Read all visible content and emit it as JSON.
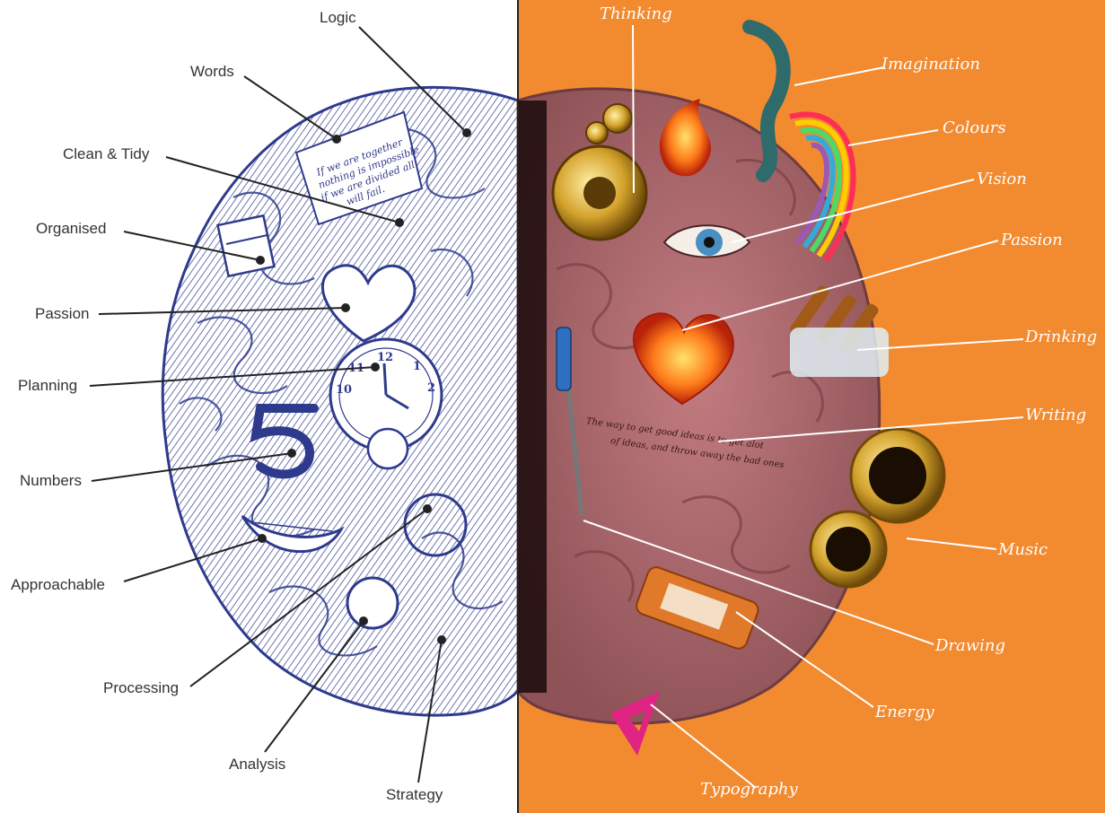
{
  "colors": {
    "left_background": "#ffffff",
    "right_background": "#f28a30",
    "left_brain": "#2e3a8c",
    "right_brain": "#b06a6e"
  },
  "left_labels": [
    {
      "id": "logic",
      "text": "Logic"
    },
    {
      "id": "words",
      "text": "Words"
    },
    {
      "id": "clean-tidy",
      "text": "Clean & Tidy"
    },
    {
      "id": "organised",
      "text": "Organised"
    },
    {
      "id": "passion",
      "text": "Passion"
    },
    {
      "id": "planning",
      "text": "Planning"
    },
    {
      "id": "numbers",
      "text": "Numbers"
    },
    {
      "id": "approachable",
      "text": "Approachable"
    },
    {
      "id": "processing",
      "text": "Processing"
    },
    {
      "id": "analysis",
      "text": "Analysis"
    },
    {
      "id": "strategy",
      "text": "Strategy"
    }
  ],
  "right_labels": [
    {
      "id": "thinking",
      "text": "Thinking"
    },
    {
      "id": "imagination",
      "text": "Imagination"
    },
    {
      "id": "colours",
      "text": "Colours"
    },
    {
      "id": "vision",
      "text": "Vision"
    },
    {
      "id": "passion",
      "text": "Passion"
    },
    {
      "id": "drinking",
      "text": "Drinking"
    },
    {
      "id": "writing",
      "text": "Writing"
    },
    {
      "id": "music",
      "text": "Music"
    },
    {
      "id": "drawing",
      "text": "Drawing"
    },
    {
      "id": "energy",
      "text": "Energy"
    },
    {
      "id": "typography",
      "text": "Typography"
    }
  ],
  "left_brain_text": [
    "If we are together",
    "nothing is impossible",
    "if we are divided all",
    "will fail."
  ],
  "right_brain_text": [
    "The way to get good ideas is to get alot",
    "of ideas, and throw away the bad ones"
  ],
  "clock_numerals": [
    "12",
    "1",
    "2",
    "10",
    "11"
  ]
}
